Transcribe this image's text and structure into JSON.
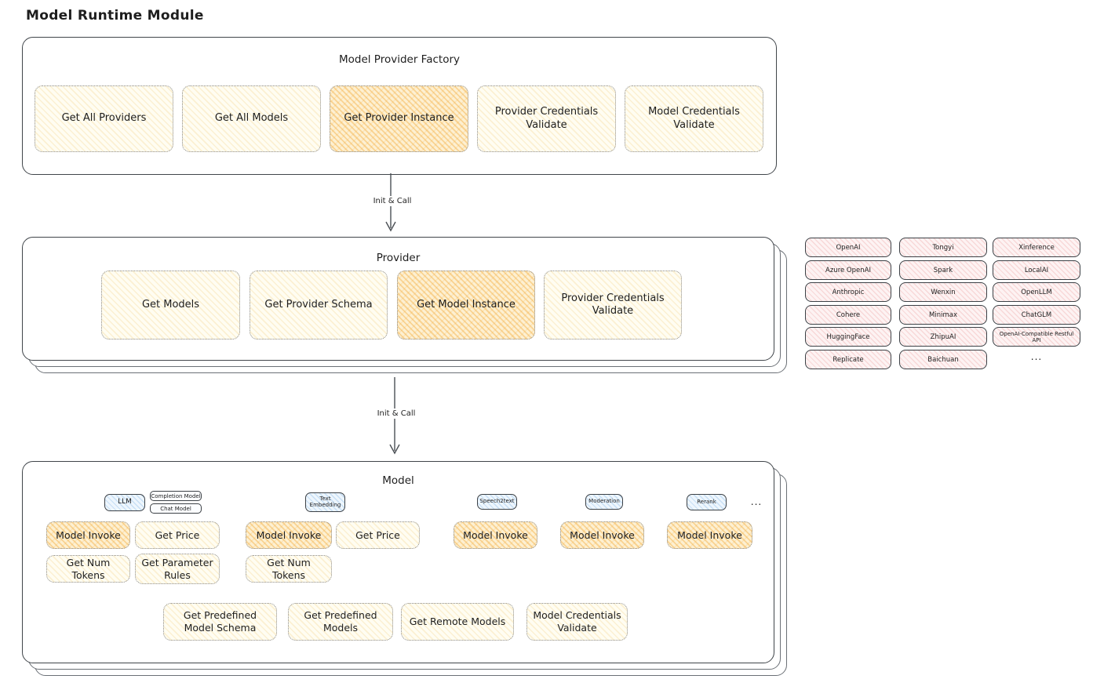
{
  "title": "Model Runtime Module",
  "arrows": {
    "factory_to_provider": "Init & Call",
    "provider_to_model": "Init & Call"
  },
  "factory": {
    "title": "Model Provider Factory",
    "boxes": [
      {
        "label": "Get All Providers",
        "variant": "light"
      },
      {
        "label": "Get All Models",
        "variant": "light"
      },
      {
        "label": "Get Provider Instance",
        "variant": "highlight"
      },
      {
        "label": "Provider Credentials Validate",
        "variant": "light"
      },
      {
        "label": "Model Credentials Validate",
        "variant": "light"
      }
    ]
  },
  "provider": {
    "title": "Provider",
    "boxes": [
      {
        "label": "Get Models",
        "variant": "light"
      },
      {
        "label": "Get Provider Schema",
        "variant": "light"
      },
      {
        "label": "Get Model Instance",
        "variant": "highlight"
      },
      {
        "label": "Provider Credentials Validate",
        "variant": "light"
      }
    ]
  },
  "providers": {
    "col1": [
      "OpenAI",
      "Azure OpenAI",
      "Anthropic",
      "Cohere",
      "HuggingFace",
      "Replicate"
    ],
    "col2": [
      "Tongyi",
      "Spark",
      "Wenxin",
      "Minimax",
      "ZhipuAI",
      "Baichuan"
    ],
    "col3": [
      "Xinference",
      "LocalAI",
      "OpenLLM",
      "ChatGLM",
      "OpenAI-Compatible Restful API"
    ],
    "more": "..."
  },
  "model": {
    "title": "Model",
    "tags": {
      "llm": "LLM",
      "completion": "Completion Model",
      "chat": "Chat Model",
      "text_embedding": "Text Embedding",
      "speech2text": "Speech2text",
      "moderation": "Moderation",
      "rerank": "Rerank",
      "more": "..."
    },
    "row1": [
      {
        "label": "Model Invoke",
        "variant": "highlight"
      },
      {
        "label": "Get Price",
        "variant": "light"
      },
      {
        "label": "Model Invoke",
        "variant": "highlight"
      },
      {
        "label": "Get Price",
        "variant": "light"
      },
      {
        "label": "Model Invoke",
        "variant": "highlight"
      },
      {
        "label": "Model Invoke",
        "variant": "highlight"
      },
      {
        "label": "Model Invoke",
        "variant": "highlight"
      }
    ],
    "row2": [
      {
        "label": "Get Num Tokens"
      },
      {
        "label": "Get Parameter Rules"
      },
      {
        "label": "Get Num Tokens"
      }
    ],
    "row3": [
      {
        "label": "Get Predefined Model Schema"
      },
      {
        "label": "Get Predefined Models"
      },
      {
        "label": "Get Remote Models"
      },
      {
        "label": "Model Credentials Validate"
      }
    ]
  },
  "colors": {
    "highlight_fill": "#f6ab35",
    "light_fill": "#fff9e6",
    "provider_pill_fill": "#fdeaea",
    "model_tag_fill": "#d9ebfb",
    "stroke": "#40454a"
  }
}
